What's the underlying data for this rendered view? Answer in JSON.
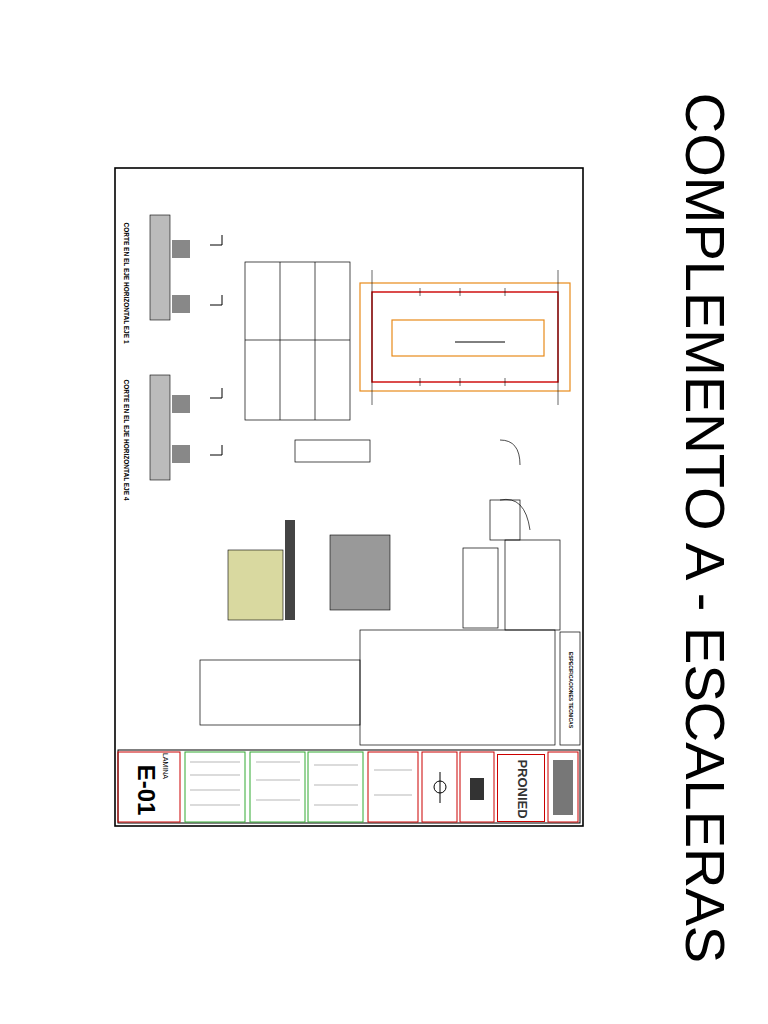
{
  "diagram": {
    "title": "COMPLEMENTO A - ESCALERAS",
    "nodes": [
      {
        "text": [
          "PRONIED"
        ]
      },
      {
        "text": [
          "LAMINA",
          "E-01"
        ]
      }
    ],
    "labels": [
      "CORTE EN EL EJE HORIZONTAL EJE 1",
      "CORTE EN EL EJE HORIZONTAL EJE 4",
      "ESPECIFICACIONES TECNICAS"
    ]
  }
}
